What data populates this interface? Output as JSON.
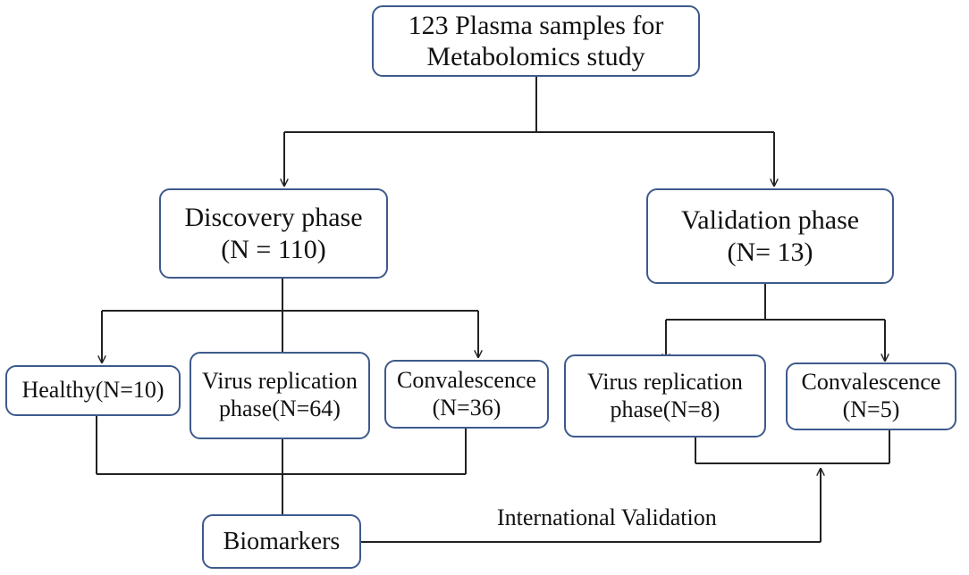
{
  "nodes": {
    "root": {
      "lines": [
        "123 Plasma samples for",
        "Metabolomics study"
      ]
    },
    "discovery": {
      "lines": [
        "Discovery phase",
        "(N = 110)"
      ]
    },
    "validation": {
      "lines": [
        "Validation phase",
        "(N= 13)"
      ]
    },
    "healthy": {
      "lines": [
        "Healthy(N=10)"
      ]
    },
    "virus_disc": {
      "lines": [
        "Virus replication",
        "phase(N=64)"
      ]
    },
    "conv_disc": {
      "lines": [
        "Convalescence",
        "(N=36)"
      ]
    },
    "virus_val": {
      "lines": [
        "Virus replication",
        "phase(N=8)"
      ]
    },
    "conv_val": {
      "lines": [
        "Convalescence",
        "(N=5)"
      ]
    },
    "biomarkers": {
      "lines": [
        "Biomarkers"
      ]
    }
  },
  "edge_label": "International Validation"
}
